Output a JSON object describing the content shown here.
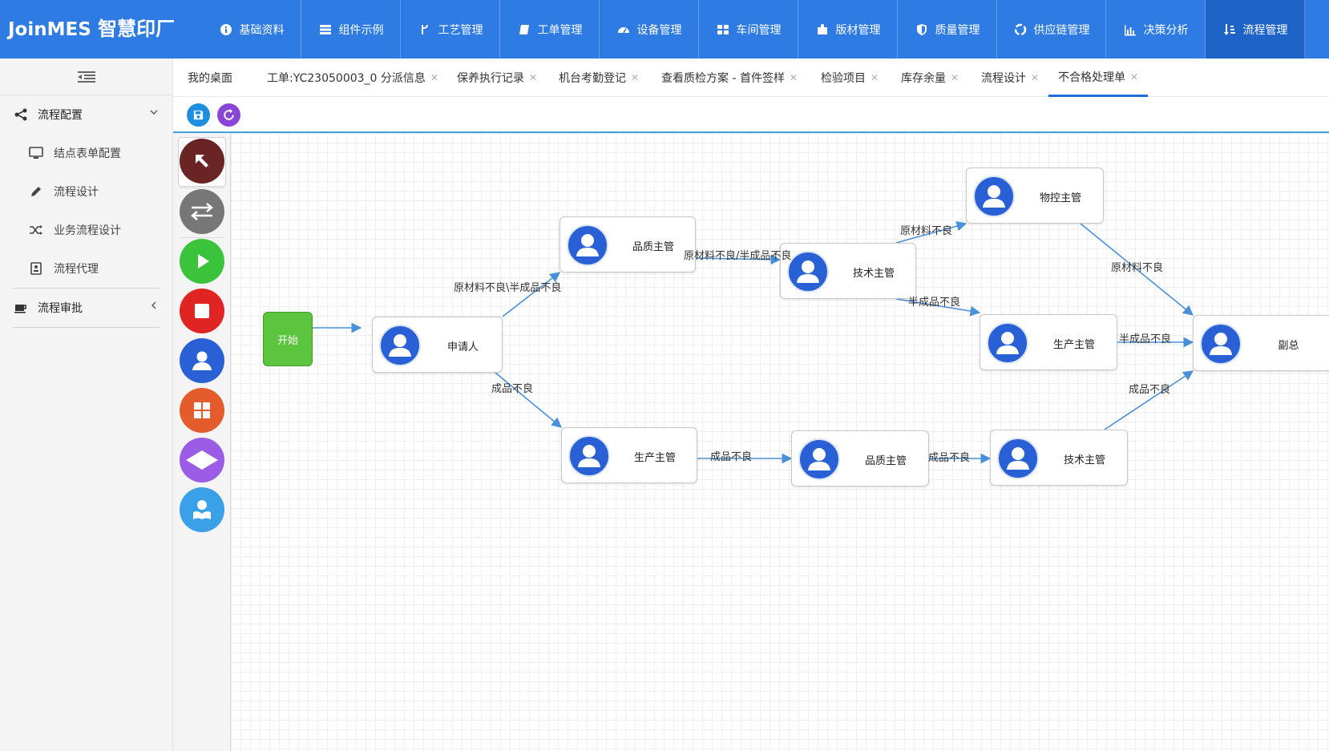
{
  "brand": {
    "logo_en": "JoinMES",
    "logo_cn": "智慧印厂"
  },
  "nav": {
    "items": [
      {
        "label": "基础资料",
        "icon": "info-icon"
      },
      {
        "label": "组件示例",
        "icon": "server-icon"
      },
      {
        "label": "工艺管理",
        "icon": "branch-icon"
      },
      {
        "label": "工单管理",
        "icon": "book-icon"
      },
      {
        "label": "设备管理",
        "icon": "dashboard-icon"
      },
      {
        "label": "车间管理",
        "icon": "grid-icon"
      },
      {
        "label": "版材管理",
        "icon": "puzzle-icon"
      },
      {
        "label": "质量管理",
        "icon": "shield-icon"
      },
      {
        "label": "供应链管理",
        "icon": "recycle-icon"
      },
      {
        "label": "决策分析",
        "icon": "bar-chart-icon"
      },
      {
        "label": "流程管理",
        "icon": "sort-icon",
        "active": true
      }
    ],
    "colors": {
      "bar": "#2e7be3",
      "active": "#1e63c8"
    }
  },
  "sidebar": {
    "groups": [
      {
        "label": "流程配置",
        "icon": "share-icon",
        "expanded": true,
        "items": [
          {
            "label": "结点表单配置",
            "icon": "monitor-icon"
          },
          {
            "label": "流程设计",
            "icon": "pencil-icon"
          },
          {
            "label": "业务流程设计",
            "icon": "shuffle-icon"
          },
          {
            "label": "流程代理",
            "icon": "id-card-icon"
          }
        ]
      },
      {
        "label": "流程审批",
        "icon": "coffee-icon",
        "expanded": false,
        "items": []
      }
    ]
  },
  "tabs": [
    {
      "label": "我的桌面",
      "closable": false
    },
    {
      "label": "工单:YC23050003_0 分派信息",
      "closable": true
    },
    {
      "label": "保养执行记录",
      "closable": true
    },
    {
      "label": "机台考勤登记",
      "closable": true
    },
    {
      "label": "查看质检方案 - 首件签样",
      "closable": true
    },
    {
      "label": "检验项目",
      "closable": true
    },
    {
      "label": "库存余量",
      "closable": true
    },
    {
      "label": "流程设计",
      "closable": true
    },
    {
      "label": "不合格处理单",
      "closable": true,
      "active": true
    }
  ],
  "toolbar": {
    "buttons": [
      {
        "name": "save-button",
        "icon": "save-icon",
        "color": "#1e8ee0"
      },
      {
        "name": "refresh-button",
        "icon": "refresh-icon",
        "color": "#8a44d6"
      }
    ]
  },
  "palette": {
    "tools": [
      {
        "name": "select-tool",
        "icon": "arrow-pointer-icon",
        "color": "#6b2424"
      },
      {
        "name": "connect-tool",
        "icon": "swap-arrows-icon",
        "color": "#777777"
      },
      {
        "name": "start-tool",
        "icon": "play-icon",
        "color": "#3cc33c"
      },
      {
        "name": "end-tool",
        "icon": "stop-icon",
        "color": "#e02424"
      },
      {
        "name": "user-task-tool",
        "icon": "user-icon",
        "color": "#2a60d6"
      },
      {
        "name": "subprocess-tool",
        "icon": "grid-icon",
        "color": "#e45c2b"
      },
      {
        "name": "gateway-tool",
        "icon": "diamond-icon",
        "color": "#9b5de5"
      },
      {
        "name": "role-task-tool",
        "icon": "user-reader-icon",
        "color": "#3aa0e8"
      }
    ]
  },
  "flow": {
    "start": {
      "label": "开始"
    },
    "nodes": [
      {
        "id": "n1",
        "label": "申请人"
      },
      {
        "id": "n2",
        "label": "品质主管"
      },
      {
        "id": "n3",
        "label": "生产主管"
      },
      {
        "id": "n4",
        "label": "技术主管"
      },
      {
        "id": "n5",
        "label": "物控主管"
      },
      {
        "id": "n6",
        "label": "生产主管"
      },
      {
        "id": "n7",
        "label": "副总"
      },
      {
        "id": "n8",
        "label": "品质主管"
      },
      {
        "id": "n9",
        "label": "技术主管"
      }
    ],
    "edges": [
      {
        "id": "e0",
        "label": ""
      },
      {
        "id": "e1",
        "label": "原材料不良\\半成品不良"
      },
      {
        "id": "e2",
        "label": "成品不良"
      },
      {
        "id": "e3",
        "label": "原材料不良/半成品不良"
      },
      {
        "id": "e4",
        "label": "原材料不良"
      },
      {
        "id": "e5",
        "label": "半成品不良"
      },
      {
        "id": "e6",
        "label": "原材料不良"
      },
      {
        "id": "e7",
        "label": "半成品不良"
      },
      {
        "id": "e8",
        "label": "成品不良"
      },
      {
        "id": "e9",
        "label": "成品不良"
      },
      {
        "id": "e10",
        "label": "成品不良"
      }
    ],
    "colors": {
      "edge": "#4a90d9",
      "avatar": "#2a60d6",
      "start": "#5cc53f"
    }
  }
}
